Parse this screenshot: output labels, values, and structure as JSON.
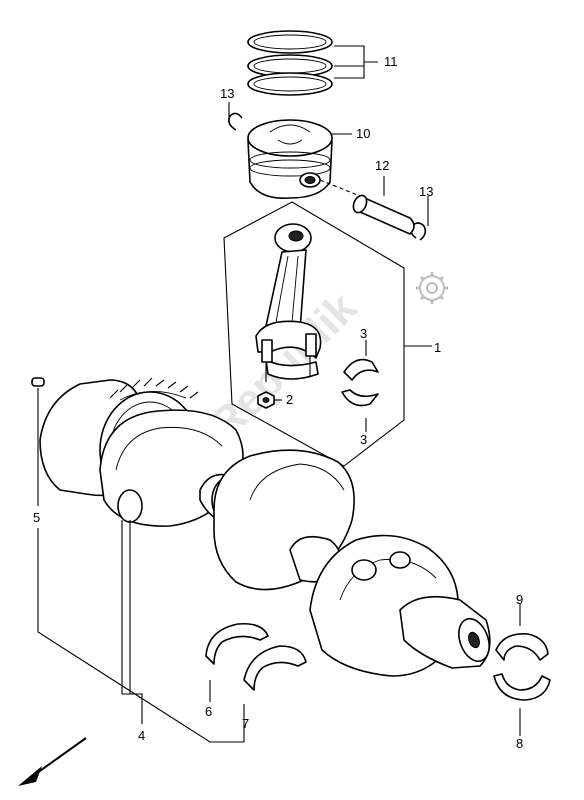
{
  "diagram": {
    "labels": {
      "p1": "1",
      "p2": "2",
      "p3a": "3",
      "p3b": "3",
      "p4": "4",
      "p5": "5",
      "p6": "6",
      "p7": "7",
      "p8": "8",
      "p9": "9",
      "p10": "10",
      "p11": "11",
      "p12": "12",
      "p13a": "13",
      "p13b": "13"
    },
    "watermark": "PartsRepublik",
    "direction_arrow": "front-direction-arrow"
  }
}
